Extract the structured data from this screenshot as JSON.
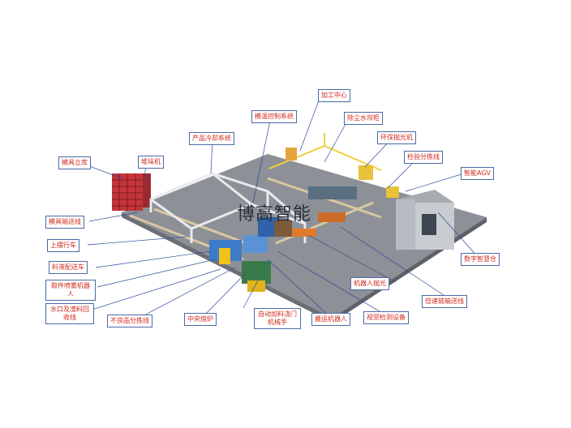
{
  "watermark": "博高智能",
  "labels": {
    "machining_center": "加工中心",
    "temp_control": "模温控制系统",
    "dust_water": "除尘水帘柜",
    "product_cooling": "产品冷却系统",
    "eco_polisher": "环保抛光机",
    "inspect_sort": "检验分拣线",
    "mold_rack": "模具立库",
    "stacker": "堆垛机",
    "smart_agv": "智能AGV",
    "mold_conveyor": "模具输送线",
    "overhead_crane": "上摆行车",
    "material_delivery": "料液配送车",
    "spray_robot": "取件喷雾机器人",
    "water_recycle": "水口及渣料回收线",
    "reject_sort": "不良品分拣线",
    "central_furnace": "中央熔炉",
    "auto_loader": "自动加料浇门机械手",
    "handling_robot": "搬运机器人",
    "vision_inspection": "视觉检测设备",
    "robot_polish": "机器人抛光",
    "speed_chain": "倍速链输送线",
    "digital_warehouse": "数字智慧仓"
  }
}
